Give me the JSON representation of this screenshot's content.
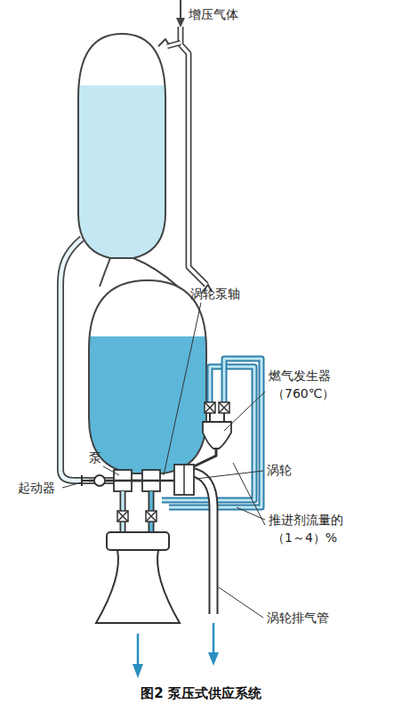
{
  "diagram": {
    "caption": "图2 泵压式供应系统",
    "labels": [
      "增压气体",
      "涡轮泵轴",
      "燃气发生器",
      "（760℃）",
      "涡轮",
      "泵",
      "起动器",
      "推进剂流量的",
      "（1～4）%",
      "涡轮排气管"
    ]
  }
}
